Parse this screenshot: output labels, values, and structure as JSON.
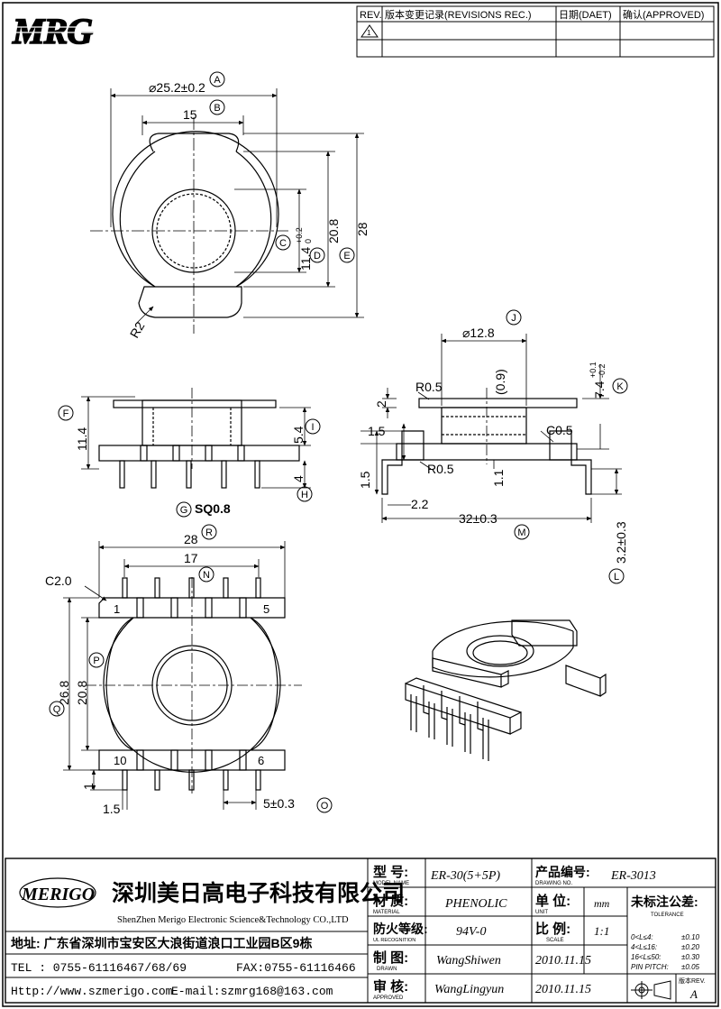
{
  "header": {
    "logo": "MRG",
    "rev_col": "REV.",
    "changes_col": "版本变更记录(REVISIONS REC.)",
    "date_col": "日期(DAET)",
    "approved_col": "确认(APPROVED)",
    "rev_mark": "1"
  },
  "callouts": [
    "A",
    "B",
    "C",
    "D",
    "E",
    "F",
    "G",
    "H",
    "I",
    "J",
    "K",
    "L",
    "M",
    "N",
    "O",
    "P",
    "Q",
    "R"
  ],
  "top_view": {
    "dim_a": "⌀25.2±0.2",
    "dim_b": "15",
    "dim_c": "11.4",
    "dim_c_tol_plus": "+0.2",
    "dim_c_tol_minus": "0",
    "dim_d": "20.8",
    "dim_e": "28",
    "radius": "R2"
  },
  "front_view": {
    "dim_f": "11.4",
    "dim_i": "5.4",
    "dim_h": "4",
    "pin_label": "SQ0.8"
  },
  "side_view": {
    "dim_j": "⌀12.8",
    "dim_09": "(0.9)",
    "dim_r05_top": "R0.5",
    "dim_2": "2",
    "dim_k": "7.4",
    "dim_k_tol_plus": "+0.1",
    "dim_k_tol_minus": "-0.2",
    "dim_15a": "1.5",
    "dim_c05": "C0.5",
    "dim_r05_bottom": "R0.5",
    "dim_11": "1.1",
    "dim_15b": "1.5",
    "dim_22": "2.2",
    "dim_m": "32±0.3",
    "dim_l": "3.2±0.3"
  },
  "bottom_view": {
    "dim_r": "28",
    "dim_n": "17",
    "chamfer": "C2.0",
    "pin1": "1",
    "pin5": "5",
    "pin10": "10",
    "pin6": "6",
    "dim_q": "26.8",
    "dim_p": "20.8",
    "dim_1": "1",
    "dim_15": "1.5",
    "dim_o": "5±0.3"
  },
  "title_block": {
    "brand": "MERIGO",
    "company_cn": "深圳美日高电子科技有限公司",
    "company_en": "ShenZhen Merigo Electronic Science&Technology CO.,LTD",
    "address": "地址: 广东省深圳市宝安区大浪街道浪口工业园B区9栋",
    "tel": "TEL : 0755-61116467/68/69",
    "fax": "FAX:0755-61116466",
    "http": "Http://www.szmerigo.com",
    "email": "E-mail:szmrg168@163.com",
    "model_label": "型 号:",
    "model_sub": "MODEL NAME",
    "model_value": "ER-30(5+5P)",
    "drawing_label": "产品编号:",
    "drawing_sub": "DRAWING NO.",
    "drawing_value": "ER-3013",
    "material_label": "材 质:",
    "material_sub": "MATERIAL",
    "material_value": "PHENOLIC",
    "unit_label": "单 位:",
    "unit_sub": "UNIT",
    "unit_value": "mm",
    "tol_label": "未标注公差:",
    "tol_sub": "TOLERANCE",
    "fire_label": "防火等级:",
    "fire_sub": "UL RECOGNITION",
    "fire_value": "94V-0",
    "scale_label": "比 例:",
    "scale_sub": "SCALE",
    "scale_value": "1:1",
    "drawn_label": "制 图:",
    "drawn_sub": "DRAWN",
    "drawn_value": "WangShiwen",
    "drawn_date": "2010.11.15",
    "approved_label": "审 核:",
    "approved_sub": "APPROVED",
    "approved_value": "WangLingyun",
    "approved_date": "2010.11.15",
    "rev_label": "版本REV.",
    "rev_value": "A",
    "tolerances": [
      {
        "range": "0<L≤4:",
        "val": "±0.10"
      },
      {
        "range": "4<L≤16:",
        "val": "±0.20"
      },
      {
        "range": "16<L≤50:",
        "val": "±0.30"
      },
      {
        "range": "PIN PITCH:",
        "val": "±0.05"
      }
    ]
  }
}
